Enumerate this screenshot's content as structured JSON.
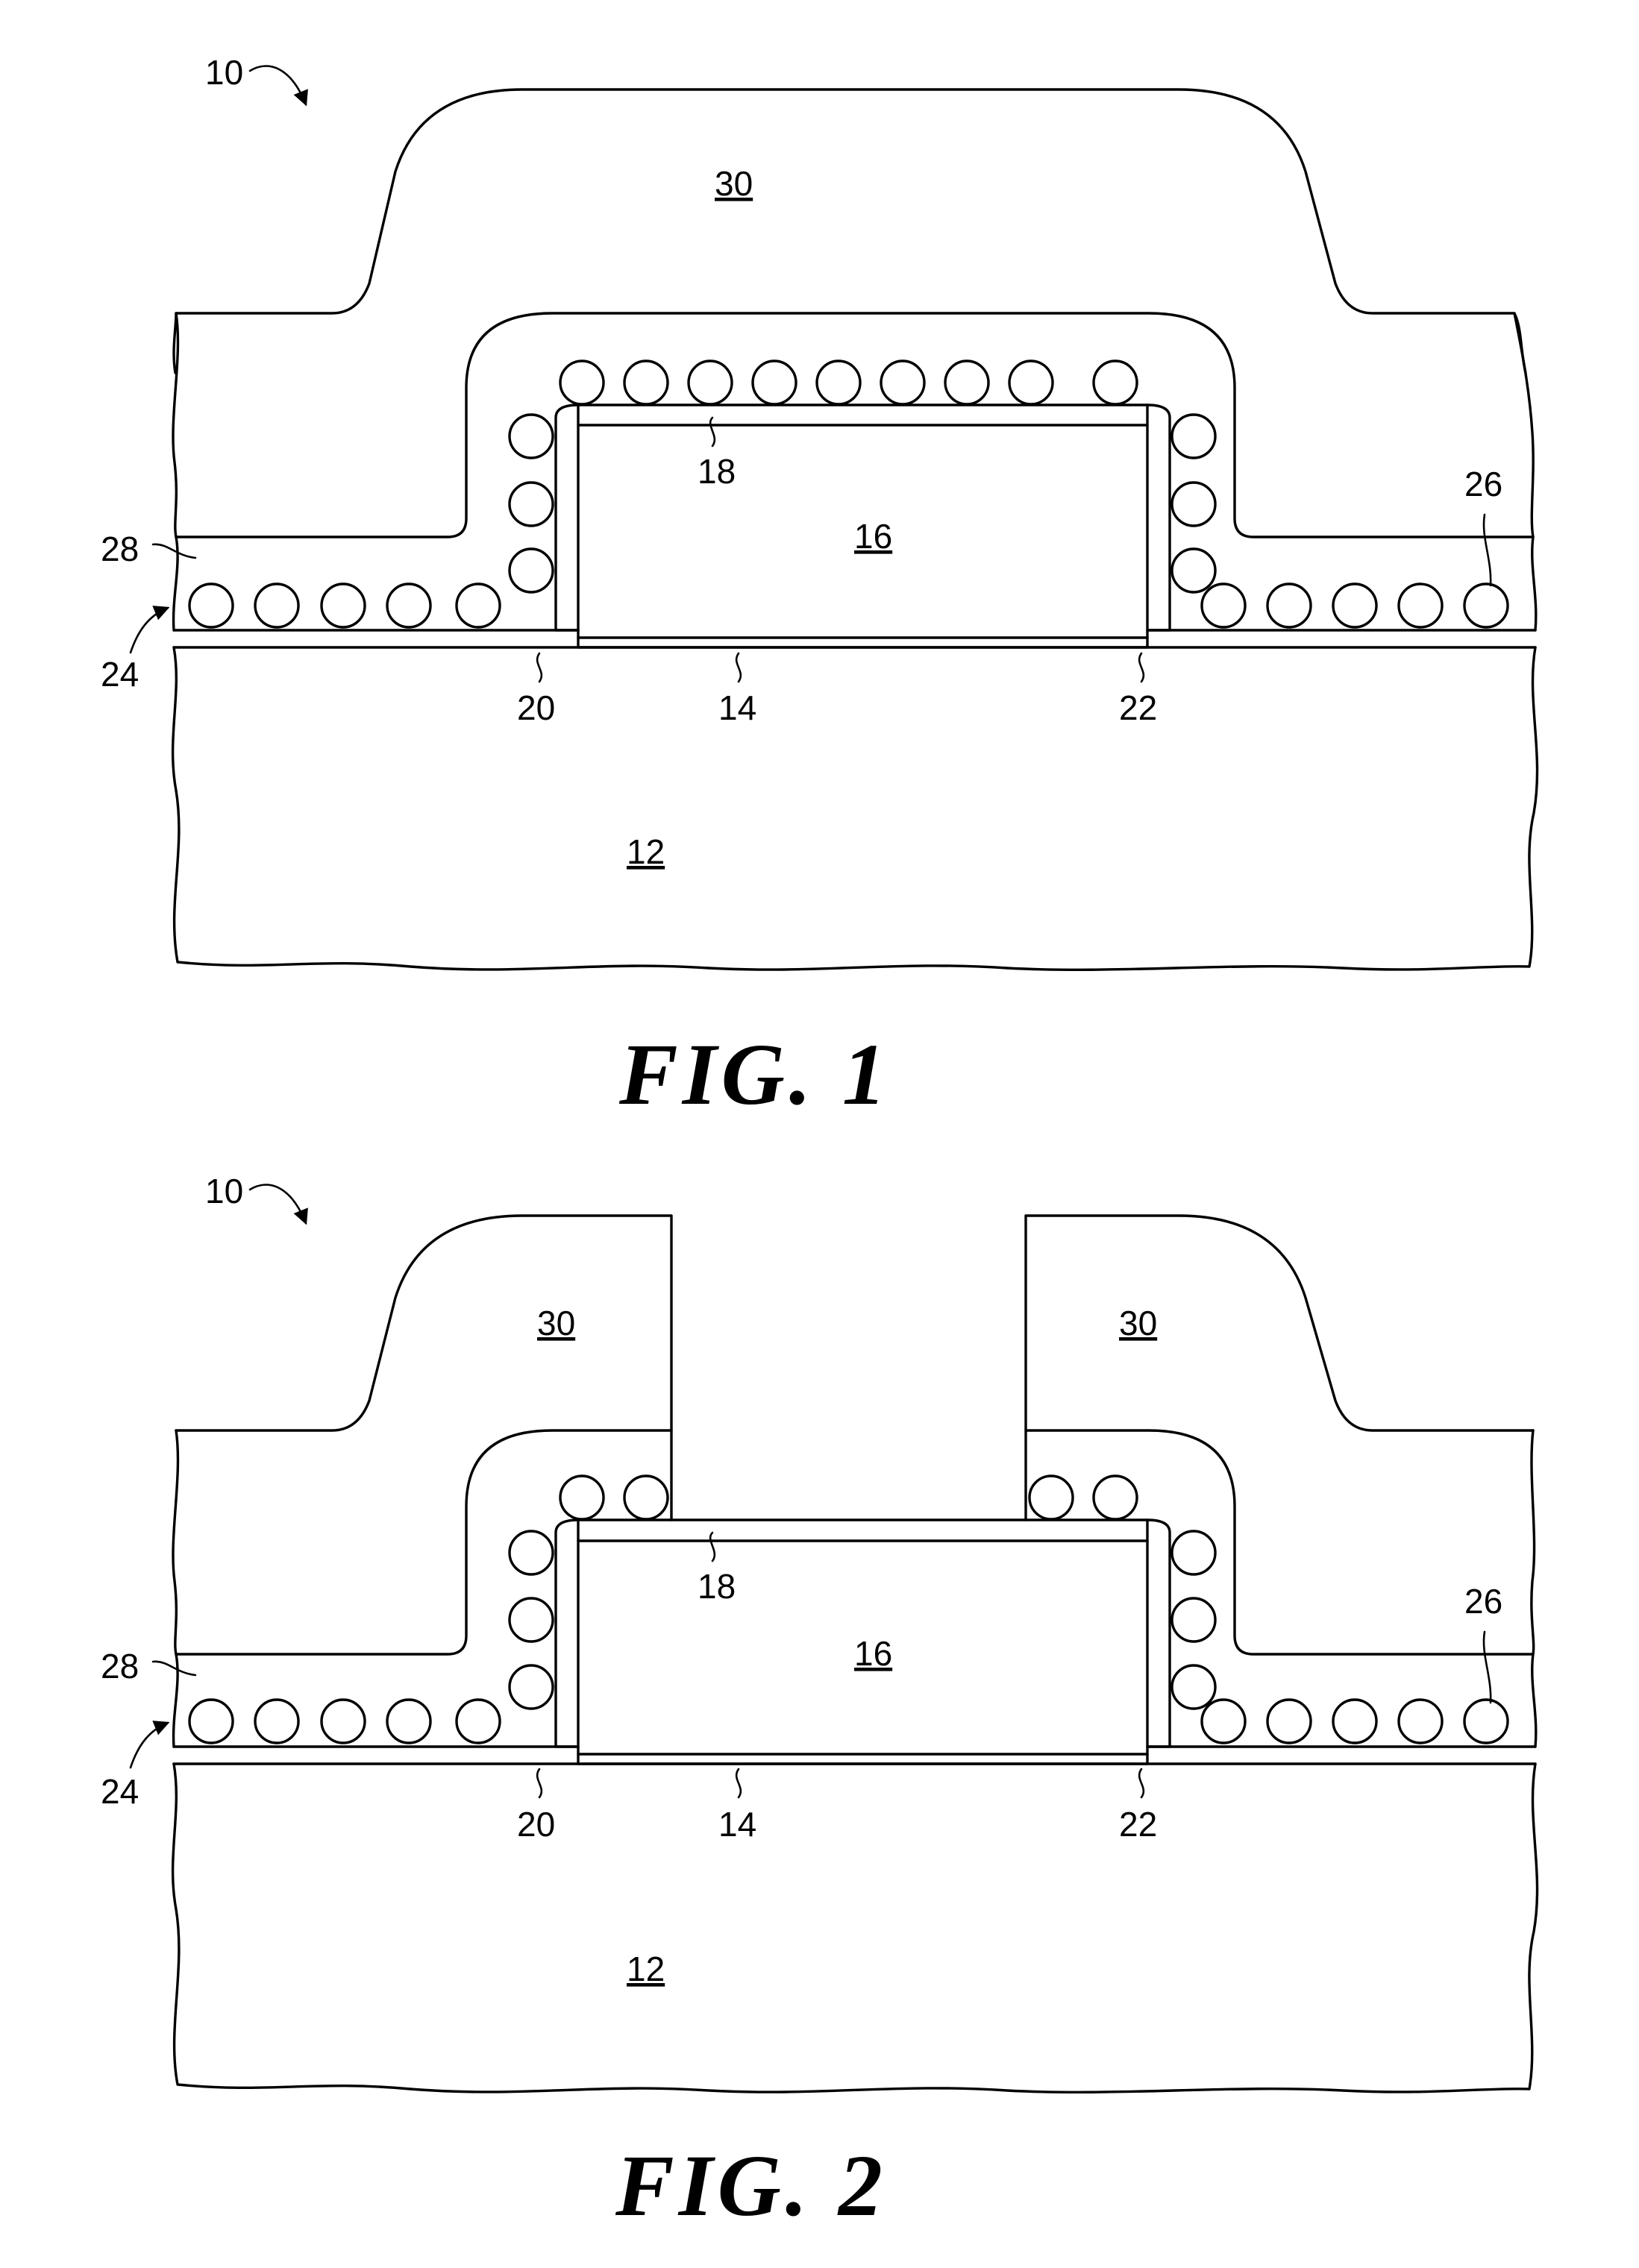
{
  "figures": [
    {
      "caption": "FIG. 1",
      "labels": {
        "device": "10",
        "substrate": "12",
        "gate_dielectric": "14",
        "gate": "16",
        "gate_top": "18",
        "left_liner": "20",
        "right_liner": "22",
        "layer_stack": "24",
        "nanocrystal": "26",
        "dielectric_layer": "28",
        "mask_left": "30"
      }
    },
    {
      "caption": "FIG. 2",
      "labels": {
        "device": "10",
        "substrate": "12",
        "gate_dielectric": "14",
        "gate": "16",
        "gate_top": "18",
        "left_liner": "20",
        "right_liner": "22",
        "layer_stack": "24",
        "nanocrystal": "26",
        "dielectric_layer": "28",
        "mask_left": "30",
        "mask_right": "30"
      }
    }
  ]
}
